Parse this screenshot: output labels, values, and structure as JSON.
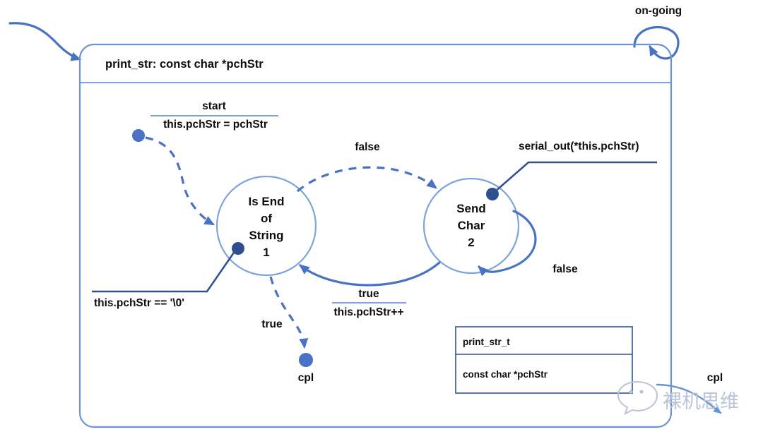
{
  "diagram": {
    "type": "state-machine",
    "container": {
      "title": "print_str: const char *pchStr"
    },
    "states": [
      {
        "id": "s1",
        "lines": [
          "Is End",
          "of",
          "String",
          "1"
        ]
      },
      {
        "id": "s2",
        "lines": [
          "Send",
          "Char",
          "2"
        ]
      }
    ],
    "transitions": {
      "start_event": "start",
      "start_action": "this.pchStr = pchStr",
      "s1_to_s2_guard": "false",
      "s2_self_guard": "false",
      "s2_to_s1_event": "true",
      "s2_to_s1_action": "this.pchStr++",
      "s1_to_cpl_guard": "true"
    },
    "annotations": {
      "s1_guard": "this.pchStr ==    '\\0'",
      "s2_action": "serial_out(*this.pchStr)"
    },
    "terminals": {
      "cpl_inner": "cpl",
      "cpl_outer": "cpl",
      "ongoing": "on-going"
    },
    "class_box": {
      "name": "print_str_t",
      "members": [
        "const char *pchStr"
      ]
    },
    "watermark": {
      "text": "裸机思维"
    },
    "colors": {
      "container_stroke": "#6a94d4",
      "state_stroke": "#7ba4dd",
      "edge": "#4a72c4",
      "anchor_dot": "#2e4f8f",
      "terminal_dot": "#4a72c4",
      "box_stroke": "#33518f",
      "text": "#0d0d0d"
    }
  }
}
